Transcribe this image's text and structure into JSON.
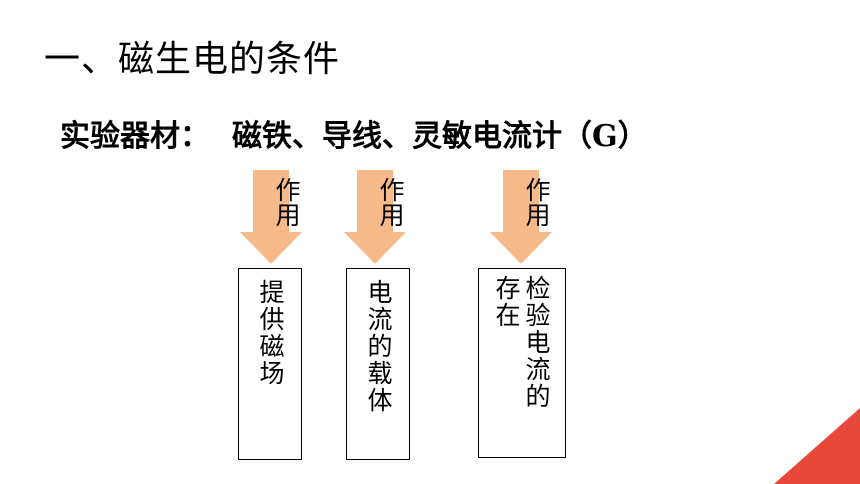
{
  "title": "一、磁生电的条件",
  "materials": {
    "label": "实验器材：",
    "items": "磁铁、导线、灵敏电流计（G）"
  },
  "arrows": [
    {
      "label": "作用"
    },
    {
      "label": "作用"
    },
    {
      "label": "作用"
    }
  ],
  "boxes": [
    {
      "text": "提供磁场"
    },
    {
      "text": "电流的载体"
    },
    {
      "text": "检验电流的存在"
    }
  ],
  "colors": {
    "arrow_fill": "#f5b98a",
    "corner_accent": "#e8483a"
  }
}
